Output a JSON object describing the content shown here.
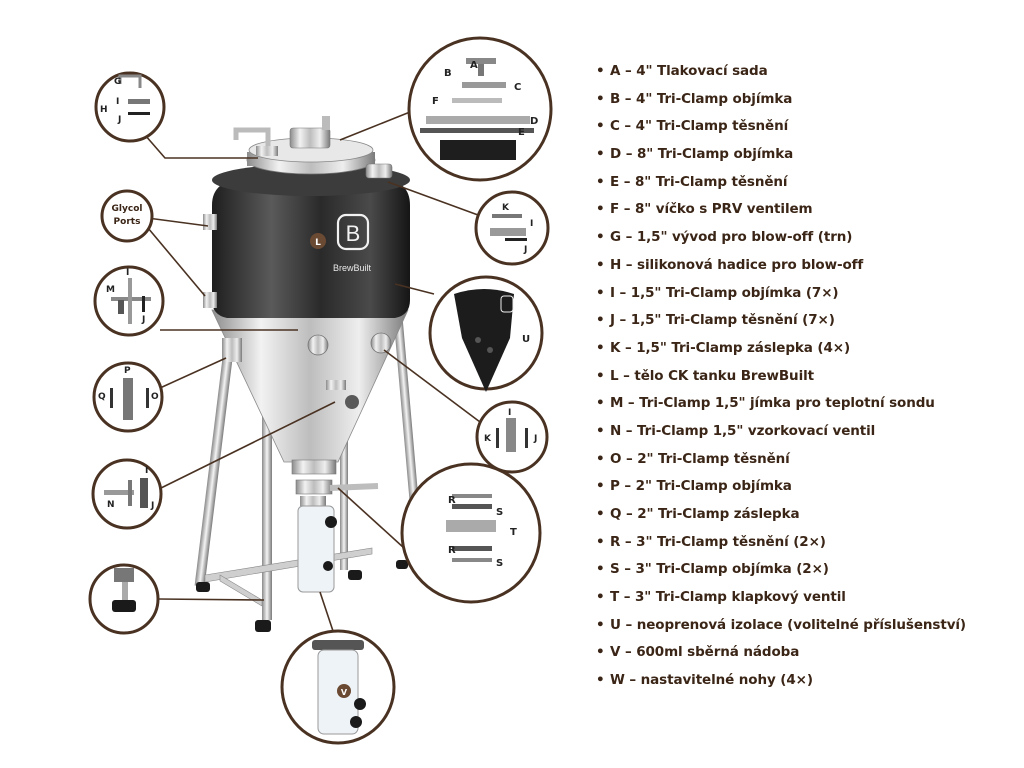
{
  "brand": {
    "logo_letter": "B",
    "name": "BrewBuilt"
  },
  "callouts": {
    "glycol_ports": [
      "Glycol",
      "Ports"
    ],
    "letters": [
      "A",
      "B",
      "C",
      "D",
      "E",
      "F",
      "G",
      "H",
      "I",
      "J",
      "K",
      "L",
      "M",
      "N",
      "O",
      "P",
      "Q",
      "R",
      "S",
      "T",
      "U",
      "V"
    ]
  },
  "parts": [
    "A – 4\" Tlakovací sada",
    "B – 4\" Tri-Clamp objímka",
    "C – 4\" Tri-Clamp těsnění",
    "D – 8\" Tri-Clamp objímka",
    "E – 8\" Tri-Clamp těsnění",
    "F – 8\" víčko s PRV ventilem",
    "G – 1,5\" vývod pro blow-off (trn)",
    "H – silikonová hadice pro blow-off",
    "I – 1,5\" Tri-Clamp objímka (7×)",
    "J – 1,5\" Tri-Clamp těsnění (7×)",
    "K – 1,5\" Tri-Clamp záslepka (4×)",
    "L – tělo CK tanku BrewBuilt",
    "M – Tri-Clamp 1,5\" jímka pro teplotní sondu",
    "N – Tri-Clamp 1,5\" vzorkovací ventil",
    "O – 2\" Tri-Clamp těsnění",
    "P – 2\" Tri-Clamp objímka",
    "Q – 2\" Tri-Clamp záslepka",
    "R – 3\" Tri-Clamp těsnění (2×)",
    "S – 3\" Tri-Clamp objímka (2×)",
    "T – 3\" Tri-Clamp klapkový ventil",
    "U – neoprenová izolace (volitelné příslušenství)",
    "V – 600ml sběrná nádoba",
    "W – nastavitelné nohy (4×)"
  ],
  "colors": {
    "callout_ring": "#4a3222",
    "steel_dark": "#2e2e2e",
    "steel_light": "#d9d9d9",
    "text": "#3a2516"
  }
}
